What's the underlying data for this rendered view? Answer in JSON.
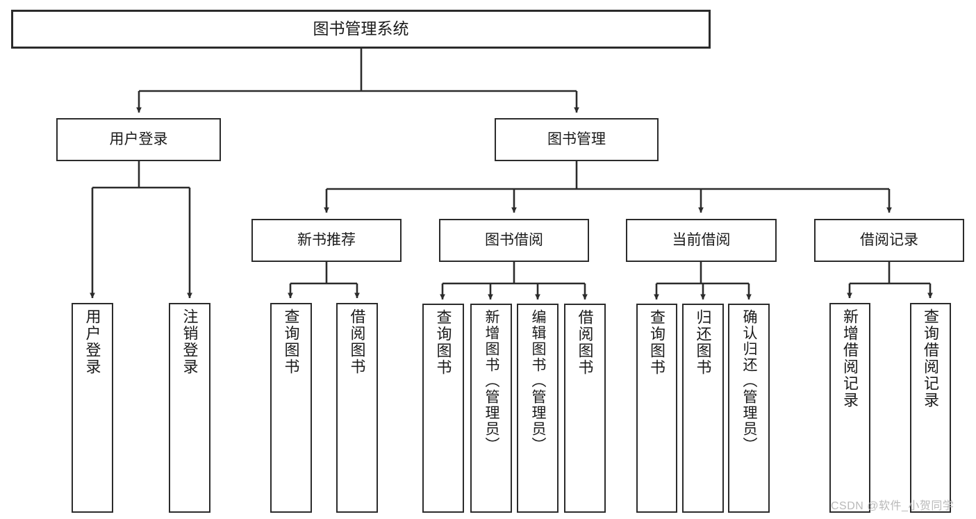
{
  "diagram": {
    "title": "图书管理系统",
    "type": "tree",
    "watermark": "CSDN @软件_小贺同学",
    "nodes": {
      "root": {
        "label": "图书管理系统"
      },
      "level1": [
        {
          "id": "user-login",
          "label": "用户登录"
        },
        {
          "id": "book-manage",
          "label": "图书管理"
        }
      ],
      "level2": [
        {
          "id": "new-book-rec",
          "label": "新书推荐",
          "parent": "book-manage"
        },
        {
          "id": "book-borrow",
          "label": "图书借阅",
          "parent": "book-manage"
        },
        {
          "id": "current-borrow",
          "label": "当前借阅",
          "parent": "book-manage"
        },
        {
          "id": "borrow-record",
          "label": "借阅记录",
          "parent": "book-manage"
        }
      ],
      "leaves": [
        {
          "id": "leaf-user-login",
          "label": "用户登录",
          "parent": "user-login"
        },
        {
          "id": "leaf-logout",
          "label": "注销登录",
          "parent": "user-login"
        },
        {
          "id": "leaf-query-book-1",
          "label": "查询图书",
          "parent": "new-book-rec"
        },
        {
          "id": "leaf-borrow-book-1",
          "label": "借阅图书",
          "parent": "new-book-rec"
        },
        {
          "id": "leaf-query-book-2",
          "label": "查询图书",
          "parent": "book-borrow"
        },
        {
          "id": "leaf-add-book",
          "label": "新增图书（管理员）",
          "parent": "book-borrow"
        },
        {
          "id": "leaf-edit-book",
          "label": "编辑图书（管理员）",
          "parent": "book-borrow"
        },
        {
          "id": "leaf-borrow-book-2",
          "label": "借阅图书",
          "parent": "book-borrow"
        },
        {
          "id": "leaf-query-book-3",
          "label": "查询图书",
          "parent": "current-borrow"
        },
        {
          "id": "leaf-return-book",
          "label": "归还图书",
          "parent": "current-borrow"
        },
        {
          "id": "leaf-confirm-return",
          "label": "确认归还（管理员）",
          "parent": "current-borrow"
        },
        {
          "id": "leaf-add-record",
          "label": "新增借阅记录",
          "parent": "borrow-record"
        },
        {
          "id": "leaf-query-record",
          "label": "查询借阅记录",
          "parent": "borrow-record"
        }
      ]
    },
    "colors": {
      "border": "#2b2b2b",
      "background": "#ffffff",
      "text": "#1a1a1a",
      "watermark": "#b9b9b9"
    }
  }
}
